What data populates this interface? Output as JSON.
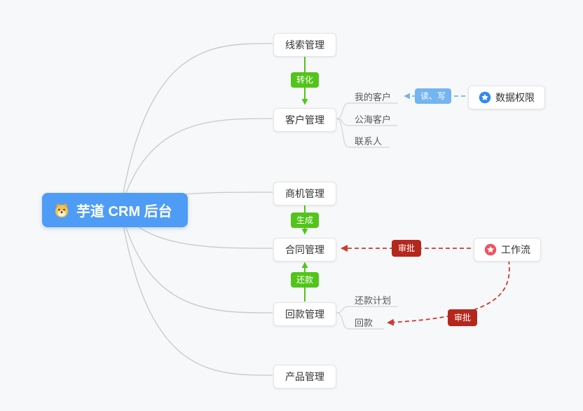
{
  "root": {
    "label": "芋道 CRM 后台"
  },
  "nodes": {
    "clue": {
      "label": "线索管理"
    },
    "customer": {
      "label": "客户管理"
    },
    "opportunity": {
      "label": "商机管理"
    },
    "contract": {
      "label": "合同管理"
    },
    "receivable": {
      "label": "回款管理"
    },
    "product": {
      "label": "产品管理"
    },
    "data_permission": {
      "label": "数据权限"
    },
    "workflow": {
      "label": "工作流"
    }
  },
  "children": {
    "customer": [
      "我的客户",
      "公海客户",
      "联系人"
    ],
    "receivable": [
      "还款计划",
      "回款"
    ]
  },
  "edge_labels": {
    "convert": "转化",
    "generate": "生成",
    "repay": "还款",
    "read_write": "读、写",
    "approve_contract": "审批",
    "approve_receivable": "审批"
  },
  "colors": {
    "background": "#f7f8fa",
    "root_bg": "#4e9cf5",
    "green": "#52c41a",
    "light_blue": "#74b4f0",
    "dark_red": "#b5271d",
    "red_line": "#cf3a30",
    "gray_line": "#c8c8c8",
    "data_permission_icon": "#2f88f5",
    "workflow_icon": "#ef535f"
  }
}
